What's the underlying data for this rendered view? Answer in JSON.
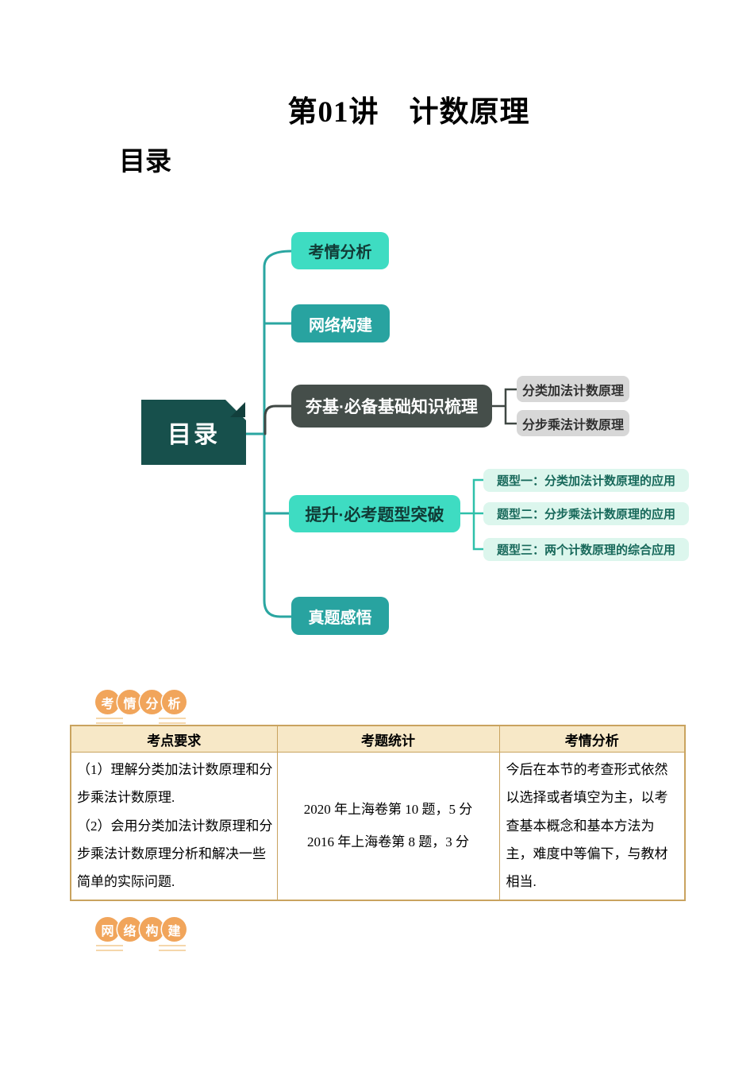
{
  "page": {
    "title": "第01讲　计数原理",
    "toc_heading": "目录"
  },
  "mindmap": {
    "root": "目录",
    "branches": [
      {
        "label": "考情分析"
      },
      {
        "label": "网络构建"
      },
      {
        "label": "夯基·必备基础知识梳理",
        "children": [
          "分类加法计数原理",
          "分步乘法计数原理"
        ]
      },
      {
        "label": "提升·必考题型突破",
        "children": [
          "题型一：分类加法计数原理的应用",
          "题型二：分步乘法计数原理的应用",
          "题型三：两个计数原理的综合应用"
        ]
      },
      {
        "label": "真题感悟"
      }
    ]
  },
  "badges": {
    "exam_analysis": [
      "考",
      "情",
      "分",
      "析"
    ],
    "network_build": [
      "网",
      "络",
      "构",
      "建"
    ]
  },
  "table": {
    "headers": [
      "考点要求",
      "考题统计",
      "考情分析"
    ],
    "row": {
      "requirements": [
        "（1）理解分类加法计数原理和分步乘法计数原理.",
        "（2）会用分类加法计数原理和分步乘法计数原理分析和解决一些简单的实际问题."
      ],
      "statistics": [
        "2020 年上海卷第 10 题，5 分",
        "2016 年上海卷第 8 题，3 分"
      ],
      "analysis": "今后在本节的考查形式依然以选择或者填空为主，以考查基本概念和基本方法为主，难度中等偏下，与教材相当."
    }
  },
  "colors": {
    "teal_bright": "#3EDCC2",
    "teal_dark": "#28A3A0",
    "root_node": "#17504C",
    "slate_node": "#454E4A",
    "gray_node": "#D7D7D7",
    "mint_node": "#DCF6ED",
    "mint_text": "#17685A",
    "badge_orange": "#F1A55B",
    "badge_underline": "#F5D7AB",
    "table_border": "#C9A35F",
    "table_header_bg": "#F7E8C7"
  }
}
